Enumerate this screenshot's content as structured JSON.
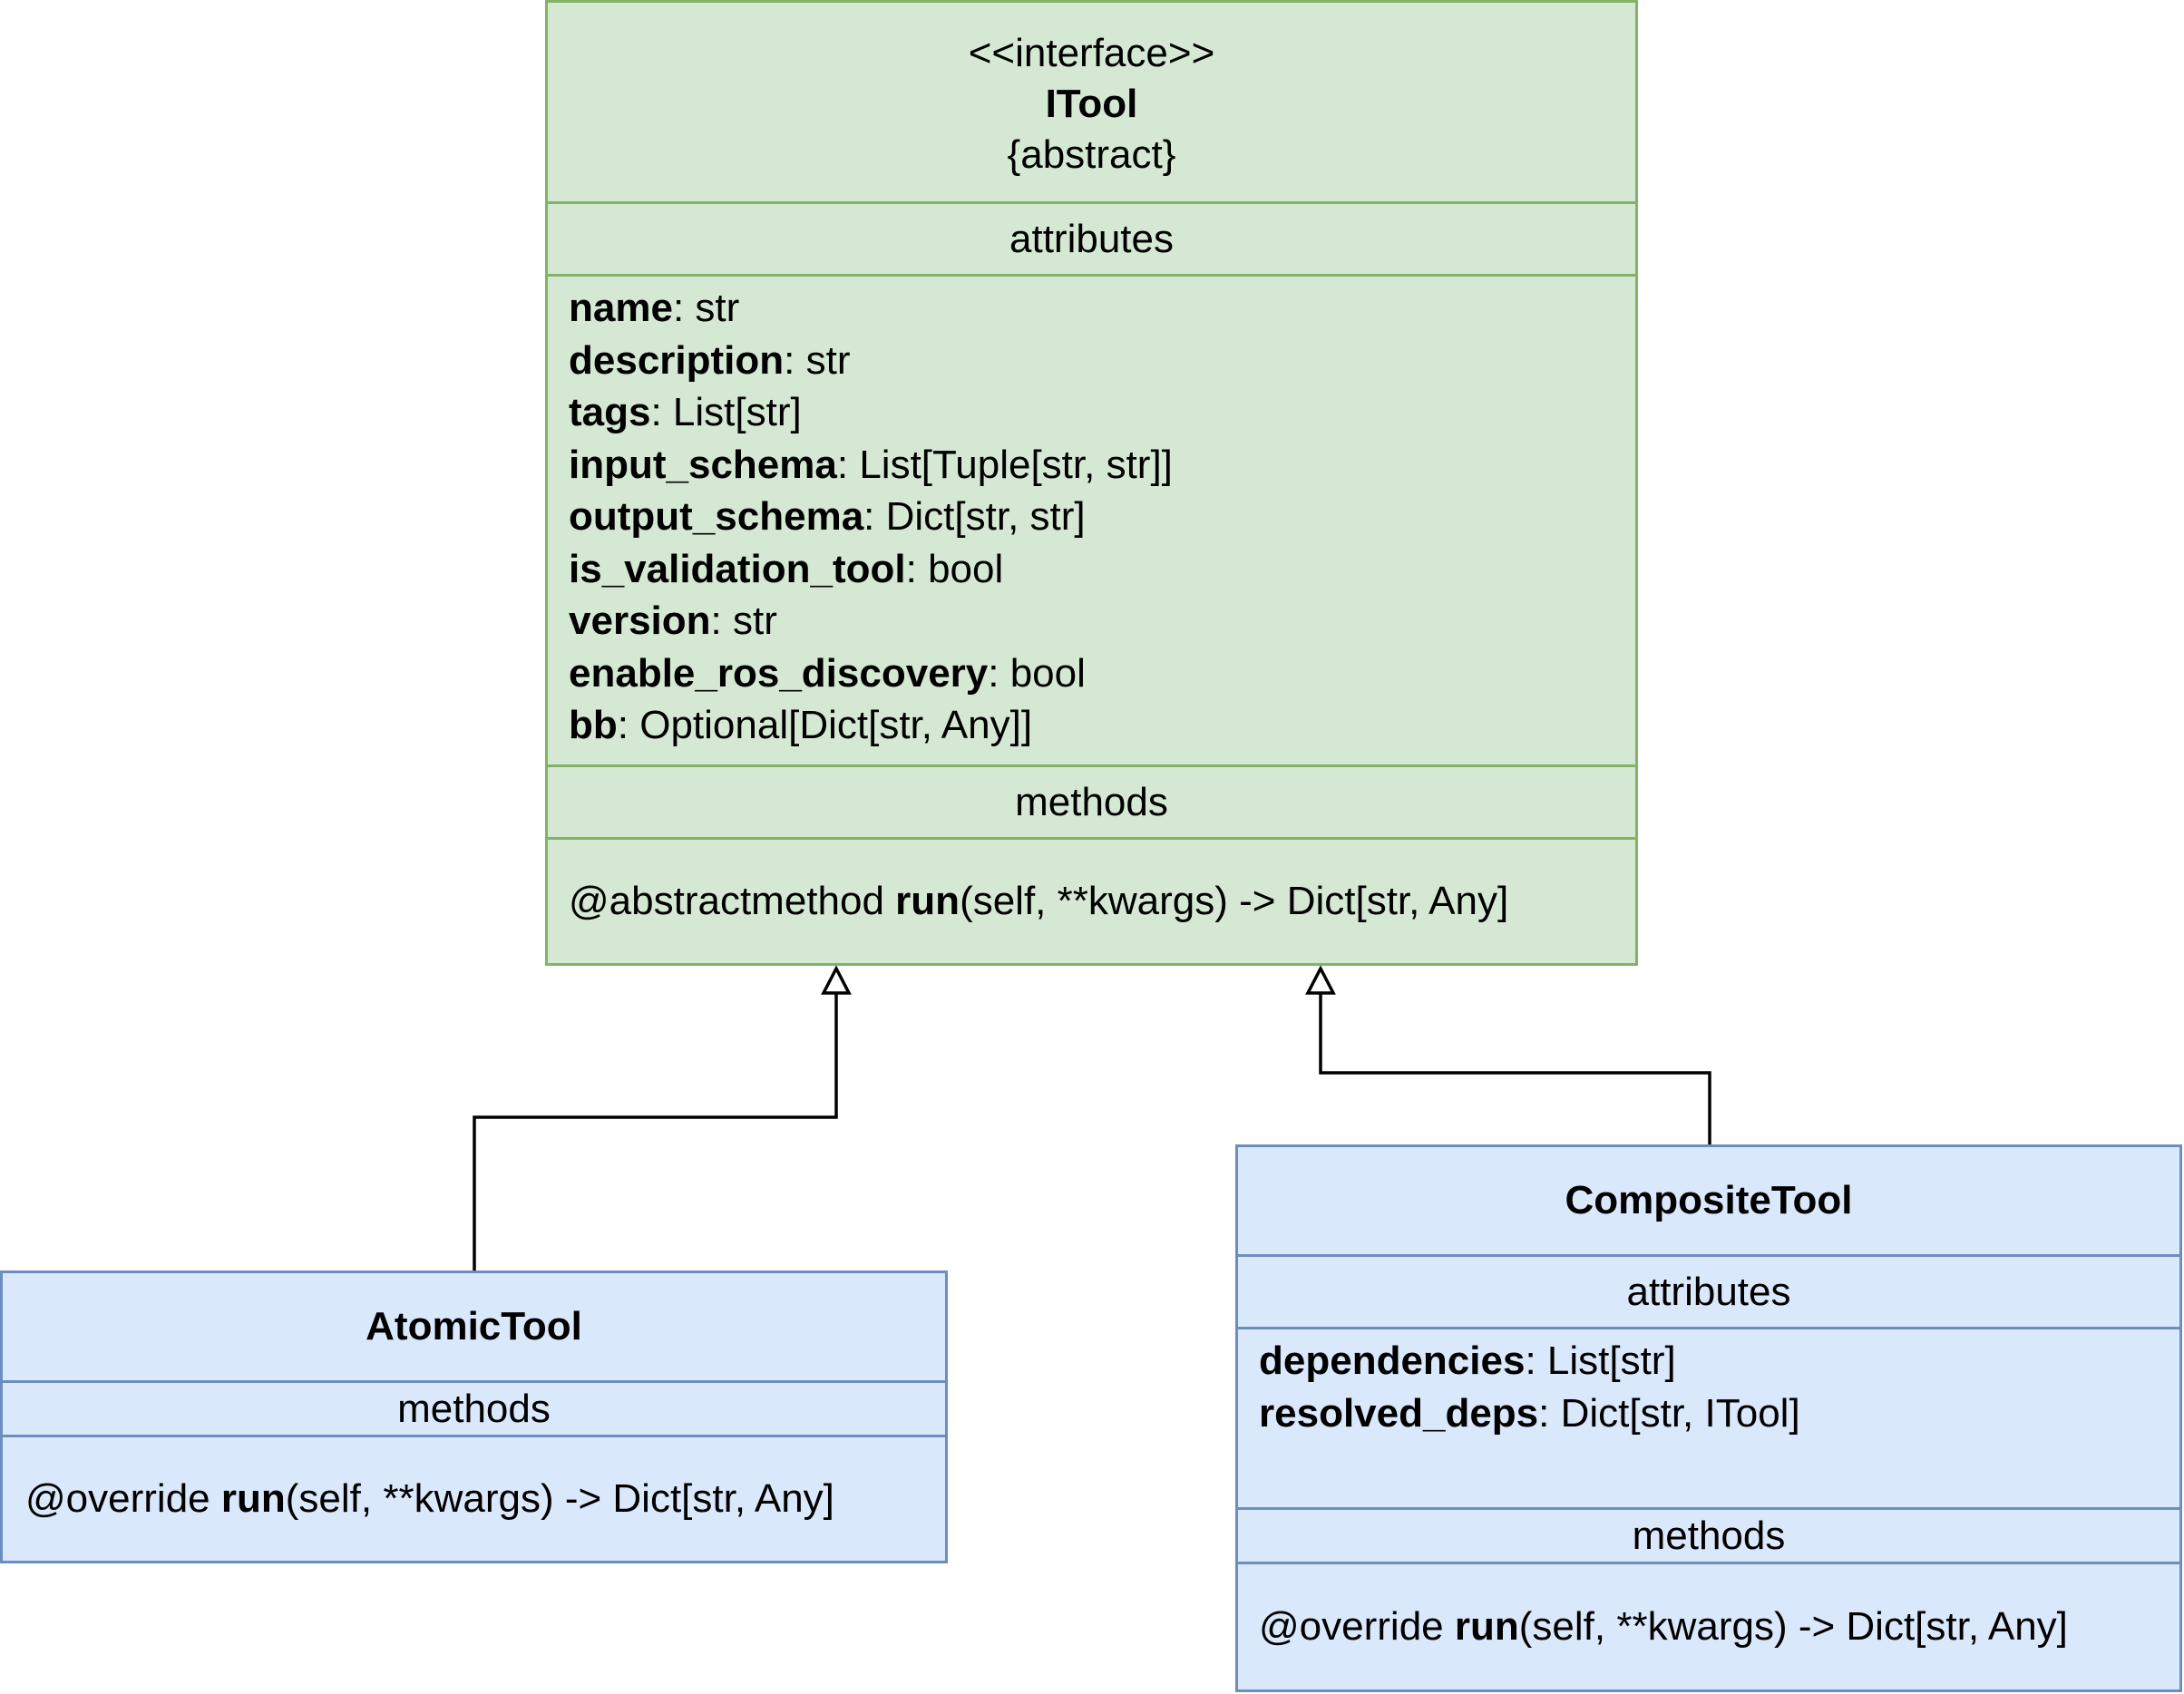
{
  "itool": {
    "stereotype": "<<interface>>",
    "name": "ITool",
    "modifier": "{abstract}",
    "attributes_label": "attributes",
    "attributes": [
      {
        "name": "name",
        "type": ": str"
      },
      {
        "name": "description",
        "type": ": str"
      },
      {
        "name": "tags",
        "type": ": List[str]"
      },
      {
        "name": "input_schema",
        "type": ": List[Tuple[str, str]]"
      },
      {
        "name": "output_schema",
        "type": ": Dict[str, str]"
      },
      {
        "name": "is_validation_tool",
        "type": ": bool"
      },
      {
        "name": "version",
        "type": ": str"
      },
      {
        "name": "enable_ros_discovery",
        "type": ": bool"
      },
      {
        "name": "bb",
        "type": ": Optional[Dict[str, Any]]"
      }
    ],
    "methods_label": "methods",
    "method": {
      "prefix": "@abstractmethod ",
      "name": "run",
      "signature": "(self, **kwargs) -> Dict[str, Any]"
    }
  },
  "atomic": {
    "name": "AtomicTool",
    "methods_label": "methods",
    "method": {
      "prefix": "@override ",
      "name": "run",
      "signature": "(self, **kwargs) -> Dict[str, Any]"
    }
  },
  "composite": {
    "name": "CompositeTool",
    "attributes_label": "attributes",
    "attributes": [
      {
        "name": "dependencies",
        "type": ": List[str]"
      },
      {
        "name": "resolved_deps",
        "type": ": Dict[str, ITool]"
      }
    ],
    "methods_label": "methods",
    "method": {
      "prefix": "@override ",
      "name": "run",
      "signature": "(self, **kwargs) -> Dict[str, Any]"
    }
  },
  "colors": {
    "interface_fill": "#d5e8d4",
    "interface_stroke": "#82b366",
    "class_fill": "#dae8fc",
    "class_stroke": "#6c8ebf",
    "connector": "#000000"
  }
}
